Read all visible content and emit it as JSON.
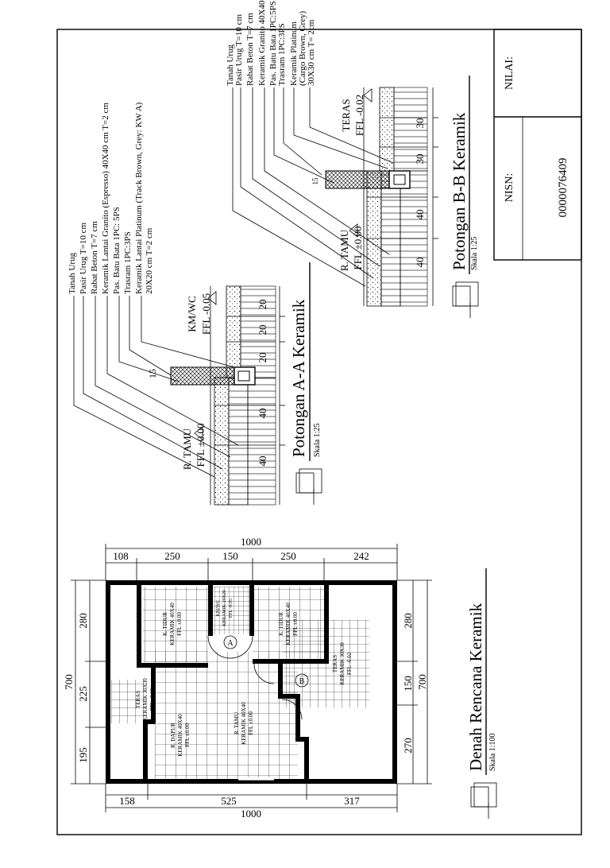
{
  "title_block": {
    "nilai_label": "NILAI:",
    "nisn_label": "NISN:",
    "nisn_value": "0000076409"
  },
  "section_b": {
    "title": "Potongan B-B Keramik",
    "scale": "Skala 1:25",
    "labels": [
      "Tanah Urug",
      "Pasir Urug T=10 cm",
      "Rabat Beton T=7 cm",
      "Keramik Granito 40X40 cm",
      "Pas. Batu Bata 1PC:5PS",
      "Trasram 1PC:3PS",
      "Keramik Platinum",
      "(Cargo Brown, Grey)",
      "30X30 cm T= 2cm"
    ],
    "room_left": "R. TAMU",
    "level_left": "FFL ±0.00",
    "room_right": "TERAS",
    "level_right": "FFL -0.02",
    "step": "15",
    "dims": [
      "40",
      "40",
      "30",
      "30"
    ]
  },
  "section_a": {
    "title": "Potongan A-A Keramik",
    "scale": "Skala 1:25",
    "labels": [
      "Tanah Urug",
      "Pasir Urug T=10 cm",
      "Rabat Beton T=7 cm",
      "Keramik Lantai Granito (Espresso) 40X40 cm T=2 cm",
      "Pas. Batu Bata 1PC: 5PS",
      "Trasram 1PC:3PS",
      "Keramik Lantai Platinum (Track Brown, Grey: KW A)",
      "20X20 cm T=2 cm"
    ],
    "room_left": "R. TAMU",
    "level_left": "FFL ±0.00",
    "room_right": "KM/WC",
    "level_right": "FFL -0.05",
    "step": "15",
    "dims": [
      "40",
      "40",
      "20",
      "20",
      "20"
    ]
  },
  "plan": {
    "title": "Denah Rencana Keramik",
    "scale": "Skala 1:100",
    "top_total": "1000",
    "top_dims": [
      "108",
      "250",
      "150",
      "250",
      "242"
    ],
    "bottom_total": "1000",
    "bottom_dims": [
      "158",
      "525",
      "317"
    ],
    "left_total": "700",
    "left_dims": [
      "280",
      "225",
      "195"
    ],
    "right_total": "700",
    "right_dims": [
      "280",
      "150",
      "270"
    ],
    "rooms": [
      {
        "name": "K. TIDUR",
        "ceramic": "KERAMIK 40X40",
        "level": "FFL ±0.00"
      },
      {
        "name": "KM/WC",
        "ceramic": "KERAMIK 20X20",
        "level": "FFL -0.05"
      },
      {
        "name": "K. TIDUR",
        "ceramic": "KERAMIK 40X40",
        "level": "FFL ±0.00"
      },
      {
        "name": "TERAS",
        "ceramic": "KERAMIK 30X30",
        "level": "FFL -0.02"
      },
      {
        "name": "R. TAMU",
        "ceramic": "KERAMIK 40X40",
        "level": "FFL ±0.00"
      },
      {
        "name": "R. DAPUR",
        "ceramic": "KERAMIK 40X40",
        "level": "FFL ±0.00"
      },
      {
        "name": "TERAS",
        "ceramic": "KERAMIK 30X30",
        "level": "FFL -0.02"
      }
    ],
    "marker_a": "A",
    "marker_b": "B"
  }
}
